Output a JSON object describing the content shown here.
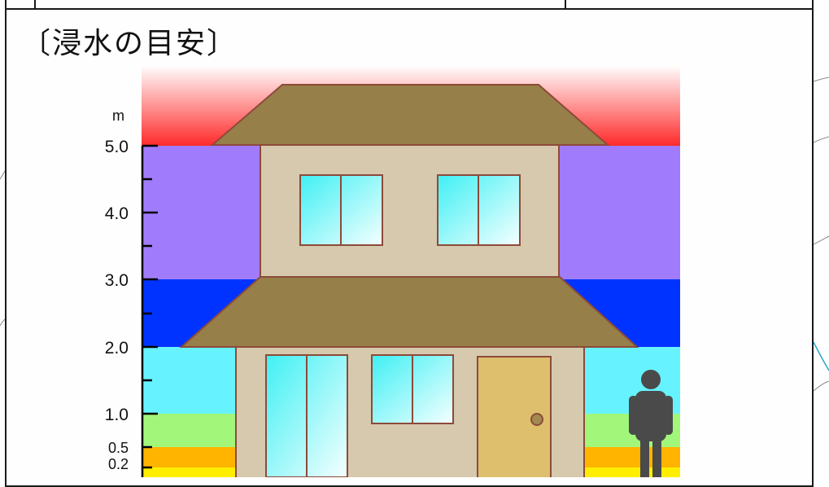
{
  "title": "〔浸水の目安〕",
  "scale": {
    "unit": "m",
    "labels": [
      "5.0",
      "4.0",
      "3.0",
      "2.0",
      "1.0",
      "0.5",
      "0.2"
    ]
  },
  "depth_bands": [
    {
      "name": "over-5m",
      "color": "#ff2a2a"
    },
    {
      "name": "3-5m",
      "color": "#a07cfc"
    },
    {
      "name": "2-3m",
      "color": "#0033ff"
    },
    {
      "name": "1-2m",
      "color": "#66f3ff"
    },
    {
      "name": "0.5-1m",
      "color": "#a2f77a"
    },
    {
      "name": "0.2-0.5m",
      "color": "#ffb400"
    },
    {
      "name": "under-0.2m",
      "color": "#ffee00"
    }
  ],
  "house": {
    "roof_color": "#967f48",
    "wall_color": "#d6c9ae",
    "trim_color": "#8d4a3a",
    "door_color": "#ddbf6e"
  },
  "person_color": "#4a4a4a"
}
